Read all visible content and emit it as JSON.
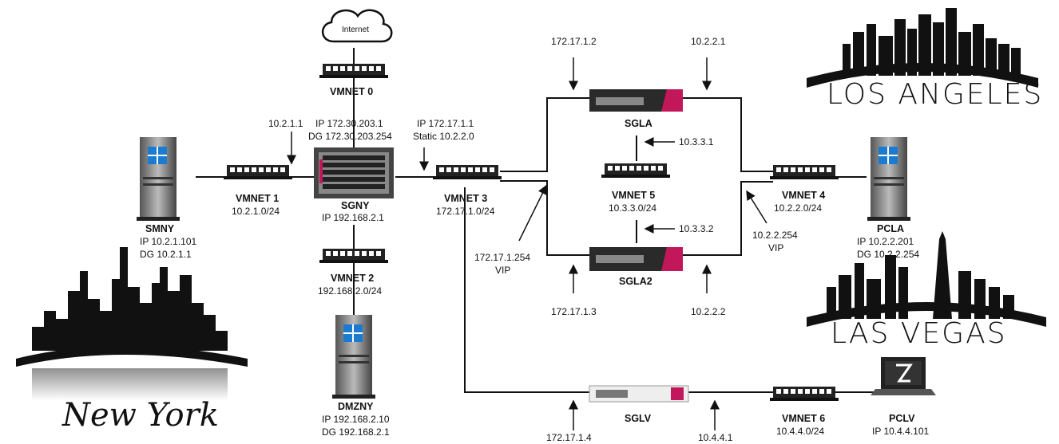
{
  "cloud": {
    "label": "Internet"
  },
  "cities": {
    "la": "LOS ANGELES",
    "lv": "LAS VEGAS",
    "ny": "New York"
  },
  "nodes": {
    "vmnet0": {
      "name": "VMNET 0"
    },
    "sgny": {
      "name": "SGNY",
      "ip": "IP 192.168.2.1",
      "ext_ip": "IP 172.30.203.1",
      "ext_dg": "DG 172.30.203.254",
      "in_ip": "10.2.1.1"
    },
    "smny": {
      "name": "SMNY",
      "ip": "IP 10.2.1.101",
      "dg": "DG    10.2.1.1"
    },
    "vmnet1": {
      "name": "VMNET 1",
      "net": "10.2.1.0/24"
    },
    "vmnet2": {
      "name": "VMNET 2",
      "net": "192.168.2.0/24"
    },
    "dmzny": {
      "name": "DMZNY",
      "ip": "IP 192.168.2.10",
      "dg": "DG 192.168.2.1"
    },
    "vmnet3": {
      "name": "VMNET 3",
      "net": "172.17.1.0/24",
      "ip": "IP 172.17.1.1",
      "static": "Static 10.2.2.0",
      "vip": "172.17.1.254",
      "vip_label": "VIP"
    },
    "sgla": {
      "name": "SGLA",
      "ext_ip": "172.17.1.2",
      "int_ip": "10.2.2.1",
      "sync_ip": "10.3.3.1"
    },
    "vmnet5": {
      "name": "VMNET 5",
      "net": "10.3.3.0/24"
    },
    "sgla2": {
      "name": "SGLA2",
      "ext_ip": "172.17.1.3",
      "int_ip": "10.2.2.2",
      "sync_ip": "10.3.3.2"
    },
    "vmnet4": {
      "name": "VMNET 4",
      "net": "10.2.2.0/24",
      "vip": "10.2.2.254",
      "vip_label": "VIP"
    },
    "pcla": {
      "name": "PCLA",
      "ip": "IP     10.2.2.201",
      "dg": "DG 10.2.2.254"
    },
    "sglv": {
      "name": "SGLV",
      "ext_ip": "172.17.1.4",
      "int_ip": "10.4.4.1"
    },
    "vmnet6": {
      "name": "VMNET 6",
      "net": "10.4.4.0/24"
    },
    "pclv": {
      "name": "PCLV",
      "ip": "IP 10.4.4.101"
    }
  }
}
